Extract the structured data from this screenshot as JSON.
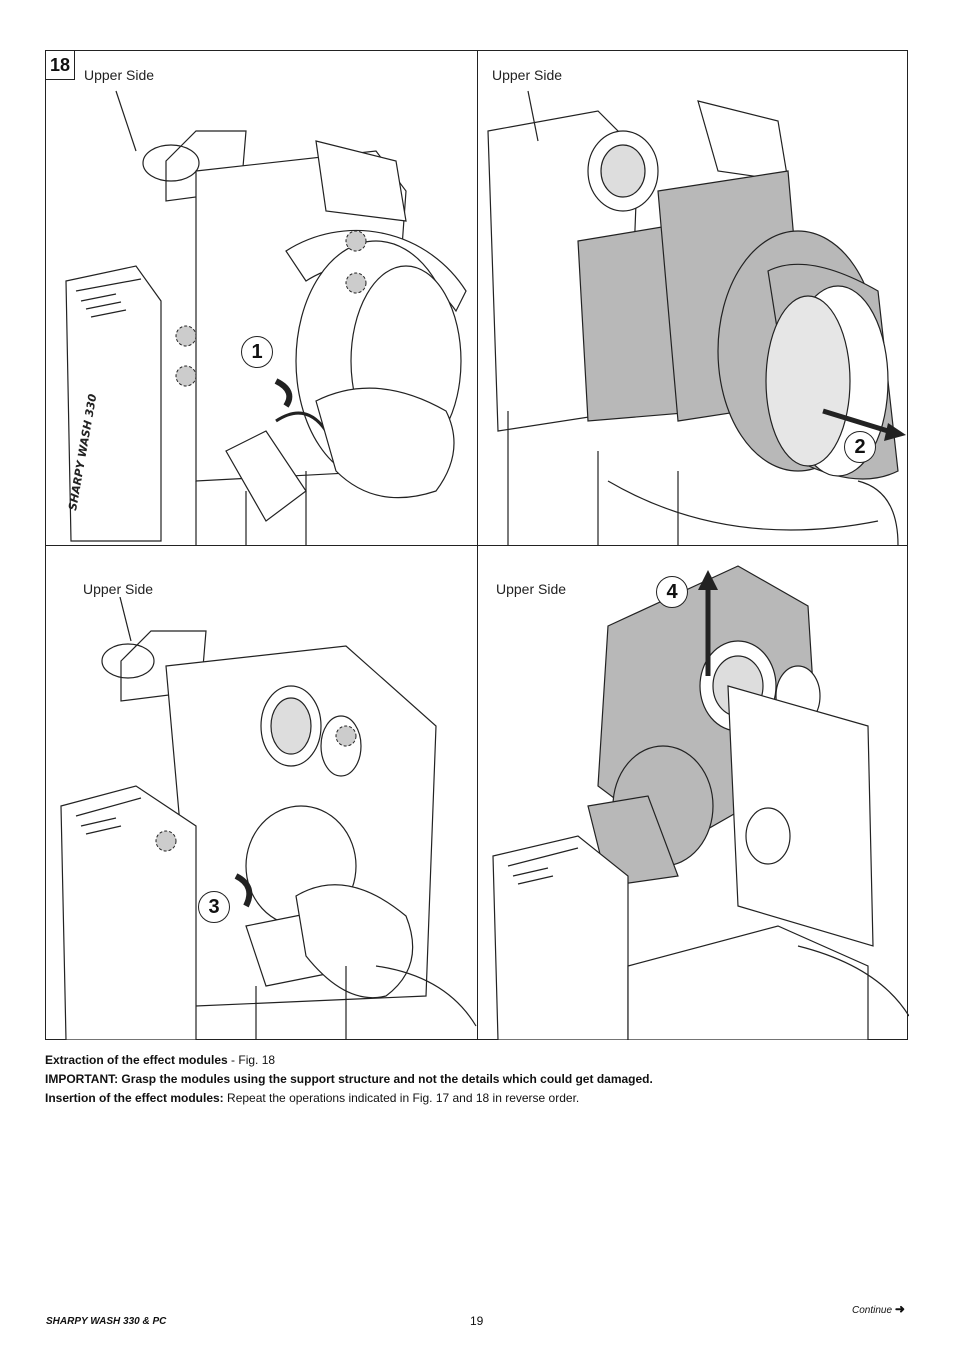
{
  "figure": {
    "number": "18",
    "panels": [
      {
        "label": "Upper Side",
        "step": "1"
      },
      {
        "label": "Upper Side",
        "step": "2"
      },
      {
        "label": "Upper Side",
        "step": "3"
      },
      {
        "label": "Upper Side",
        "step": "4"
      }
    ],
    "device_text": "SHARPY WASH 330"
  },
  "caption": {
    "line1_bold": "Extraction of the effect modules",
    "line1_rest": " - Fig. 18",
    "line2_bold": "IMPORTANT: Grasp the modules using the support structure and not the details which could get damaged.",
    "line3_bold": "Insertion of the effect modules:",
    "line3_rest": " Repeat the operations indicated in Fig. 17 and 18 in reverse order."
  },
  "footer": {
    "product": "SHARPY WASH 330 & PC",
    "page": "19",
    "continue": "Continue",
    "continue_icon": "right-arrow-icon"
  },
  "colors": {
    "line": "#222222",
    "module_fill": "#b8b8b8"
  }
}
